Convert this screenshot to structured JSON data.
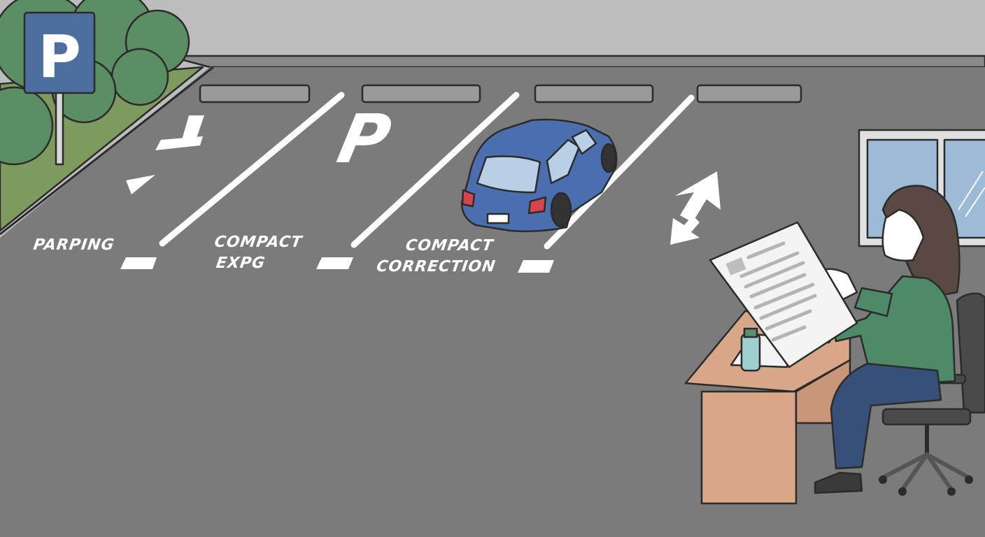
{
  "sign": {
    "letter": "P"
  },
  "ground_markings": {
    "space_letter": "P",
    "labels": [
      {
        "lines": [
          "PARPING"
        ]
      },
      {
        "lines": [
          "COMPACT",
          "EXPG"
        ]
      },
      {
        "lines": [
          "COMPACT",
          "CORRECTION"
        ]
      }
    ]
  },
  "colors": {
    "sky": "#bdbdbd",
    "asphalt": "#7b7b7b",
    "grass": "#7f9a5e",
    "tree": "#5b8f63",
    "sign_blue": "#4d6e9f",
    "car_blue": "#4b6fae",
    "sweater": "#4e8a68",
    "desk": "#d7a788",
    "window": "#9dbad6"
  }
}
